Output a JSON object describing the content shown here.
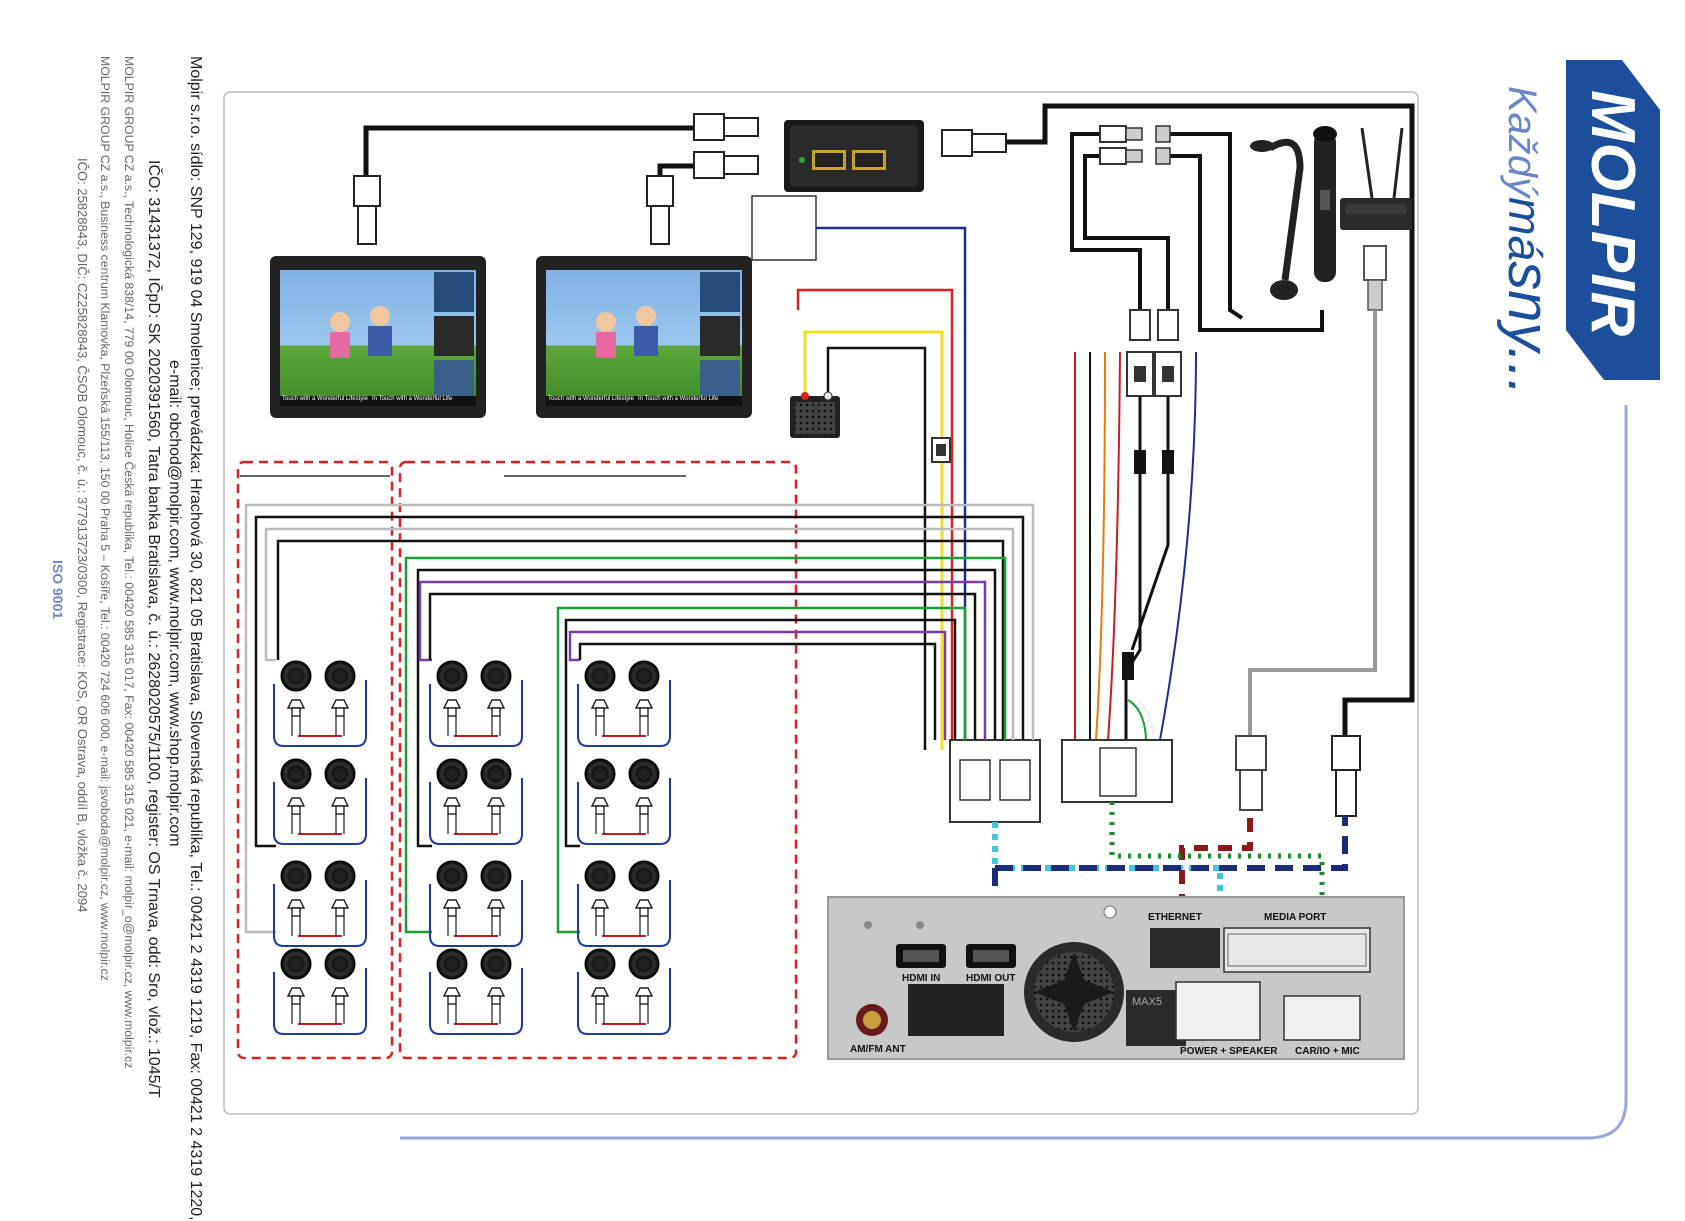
{
  "brand": {
    "name": "MOLPIR",
    "slogan_prefix": "Každý",
    "slogan_ma": "má",
    "slogan_suffix": "sny...",
    "color": "#1b4f9c"
  },
  "footer": {
    "line1": "Molpir s.r.o. sídlo: SNP 129, 919 04 Smolenice; prevádzka: Hrachová 30, 821 05 Bratislava, Slovenská republika, Tel.: 00421 2 4319 1219, Fax: 00421 2 4319 1220,",
    "line2": "e-mail: obchod@molpir.com, www.molpir.com, www.shop.molpir.com",
    "line3": "IČO: 31431372, IČpD: SK 2020391560, Tatra banka Bratislava, č. ú.: 2628020575/1100, register: OS Trnava, odd: Sro, vlož.: 1045/T",
    "line4": "MOLPIR GROUP CZ a.s., Technologická 838/14, 779 00 Olomouc, Holice Česká republika, Tel.: 00420 585 315 017, Fax: 00420 585 315 021, e-mail: molpir_o@molpir.cz, www.molpir.cz",
    "line5": "MOLPIR GROUP CZ a.s., Business centrum Klamovka, Plzeňská 155/113, 150 00  Praha 5 – Košíře, Tel.: 00420 724 606 000, e-mail: jsvoboda@molpir.cz, www.molpir.cz",
    "line6": "IČO: 25828843, DIČ: CZ25828843, ČSOB Olomouc, č. ú.: 377913723/0300, Registrace: KOS, OR Ostrava, oddíl B, vložka č. 2094",
    "iso": "ISO 9001"
  },
  "unit": {
    "ethernet": "ETHERNET",
    "media_port": "MEDIA PORT",
    "hdmi_in": "HDMI IN",
    "hdmi_out": "HDMI OUT",
    "power_speaker": "POWER + SPEAKER",
    "car_io_mic": "CAR/IO + MIC",
    "am_fm_ant": "AM/FM ANT",
    "max_label": "MAX5"
  },
  "monitors": {
    "caption_left": "Touch with a Wonderful Lifestyle",
    "caption_right": "In Touch with a Wonderful Life"
  },
  "colors": {
    "accent_red": "#e02020",
    "wire_green": "#1aa032",
    "wire_purple": "#7a3aa8",
    "wire_blue": "#1e2e8c",
    "wire_yellow": "#f2e21a",
    "dash_cyan": "#3cc8dc",
    "dash_navy": "#1c2a7a",
    "dash_darkred": "#8c1a1a",
    "dot_green": "#1a8c28"
  }
}
